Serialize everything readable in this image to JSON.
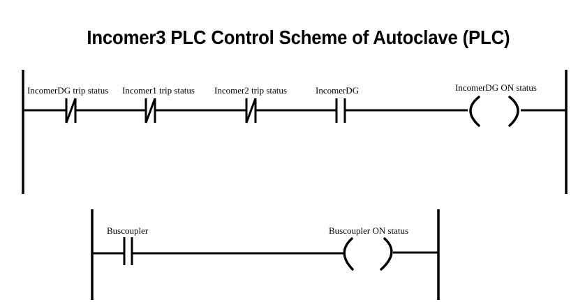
{
  "title": "Incomer3 PLC Control Scheme of Autoclave (PLC)",
  "colors": {
    "ink": "#000000",
    "background": "#ffffff"
  },
  "rungs": [
    {
      "elements": [
        {
          "type": "normally-closed-contact",
          "label": "IncomerDG trip status"
        },
        {
          "type": "normally-closed-contact",
          "label": "Incomer1 trip status"
        },
        {
          "type": "normally-closed-contact",
          "label": "Incomer2 trip status"
        },
        {
          "type": "normally-open-contact",
          "label": "IncomerDG"
        },
        {
          "type": "coil",
          "label": "IncomerDG ON status"
        }
      ]
    },
    {
      "elements": [
        {
          "type": "normally-open-contact",
          "label": "Buscoupler"
        },
        {
          "type": "coil",
          "label": "Buscoupler ON status"
        }
      ]
    }
  ]
}
